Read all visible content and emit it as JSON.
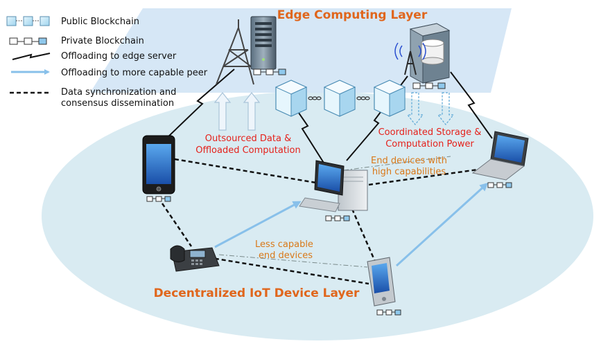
{
  "legend": {
    "public_blockchain": "Public Blockchain",
    "private_blockchain": "Private Blockchain",
    "offloading_edge": "Offloading to edge server",
    "offloading_peer": "Offloading to more capable peer",
    "sync_line1": "Data synchronization and",
    "sync_line2": "consensus dissemination"
  },
  "layers": {
    "edge": "Edge Computing Layer",
    "device": "Decentralized IoT  Device Layer"
  },
  "labels": {
    "outsourced_line1": "Outsourced Data &",
    "outsourced_line2": "Offloaded Computation",
    "coordinated_line1": "Coordinated Storage &",
    "coordinated_line2": "Computation Power",
    "high_cap_line1": "End devices with",
    "high_cap_line2": "high capabilities",
    "less_cap_line1": "Less capable",
    "less_cap_line2": "end devices"
  },
  "colors": {
    "edge_plane": "#d4e6f6",
    "device_ellipse": "#d9ebf2",
    "title_orange": "#e0661c",
    "label_red": "#e5211b",
    "label_orange": "#d97818",
    "peer_arrow": "#88c0ea",
    "cube": "#bfe3f5"
  }
}
